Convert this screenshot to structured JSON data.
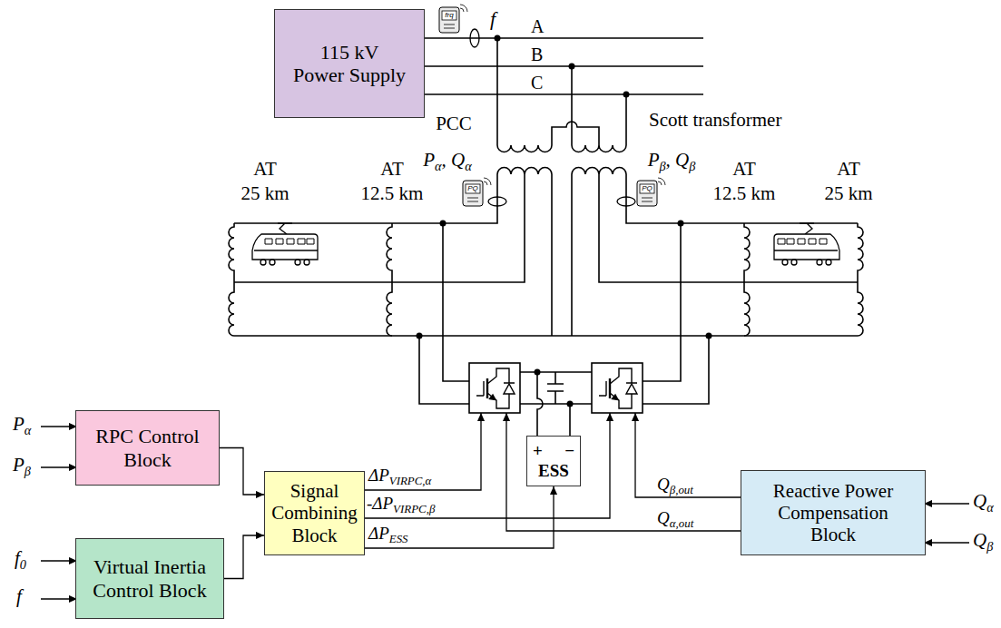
{
  "diagram": {
    "nodes": [
      {
        "text": [
          "115 kV",
          "Power Supply"
        ]
      },
      {
        "text": [
          "RPC Control Block"
        ]
      },
      {
        "text": [
          "Virtual Inertia Control Block"
        ]
      },
      {
        "text": [
          "Signal Combining Block"
        ]
      },
      {
        "text": [
          "Reactive Power Compensation Block"
        ]
      },
      {
        "text": [
          "+",
          "−",
          "ESS"
        ]
      }
    ],
    "edges": [
      {
        "from": 1,
        "to": 3,
        "arrow": "to"
      },
      {
        "from": 2,
        "to": 3,
        "arrow": "to"
      },
      {
        "from": 3,
        "to": 5,
        "arrow": "to",
        "label": "ΔPESS"
      }
    ],
    "labels": [
      "frq",
      "f",
      "A",
      "B",
      "C",
      "PCC",
      "Scott transformer",
      "Pα, Qα",
      "PQ",
      "Pβ, Qβ",
      "PQ",
      "AT",
      "25 km",
      "AT",
      "12.5 km",
      "AT",
      "12.5 km",
      "AT",
      "25 km",
      "ΔPVIRPC,α",
      "-ΔPVIRPC,β",
      "Qβ,out",
      "Qα,out",
      "Pα",
      "Pβ",
      "f0",
      "f",
      "Qα",
      "Qβ"
    ]
  }
}
